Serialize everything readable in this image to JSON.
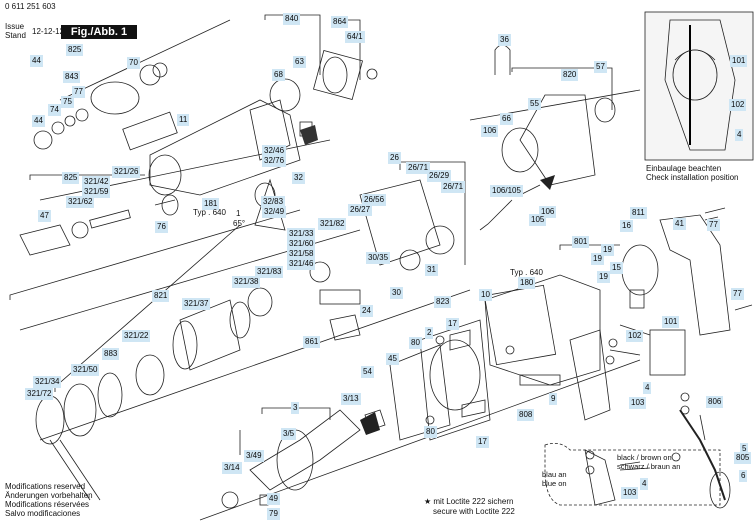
{
  "header": {
    "doc_number": "0 611 251 603",
    "issue_label": "Issue",
    "stand_label": "Stand",
    "date": "12-12-12",
    "figure": "Fig./Abb. 1"
  },
  "parts": [
    {
      "id": "44a",
      "label": "44"
    },
    {
      "id": "825a",
      "label": "825"
    },
    {
      "id": "843",
      "label": "843"
    },
    {
      "id": "70",
      "label": "70"
    },
    {
      "id": "74",
      "label": "74"
    },
    {
      "id": "75",
      "label": "75"
    },
    {
      "id": "77a",
      "label": "77"
    },
    {
      "id": "44b",
      "label": "44"
    },
    {
      "id": "840",
      "label": "840"
    },
    {
      "id": "864",
      "label": "864"
    },
    {
      "id": "64_1",
      "label": "64/1"
    },
    {
      "id": "63",
      "label": "63"
    },
    {
      "id": "68",
      "label": "68"
    },
    {
      "id": "11",
      "label": "11"
    },
    {
      "id": "36",
      "label": "36"
    },
    {
      "id": "820",
      "label": "820"
    },
    {
      "id": "57",
      "label": "57"
    },
    {
      "id": "55",
      "label": "55"
    },
    {
      "id": "66",
      "label": "66"
    },
    {
      "id": "106a",
      "label": "106"
    },
    {
      "id": "825b",
      "label": "825"
    },
    {
      "id": "321_26",
      "label": "321/26"
    },
    {
      "id": "321_42",
      "label": "321/42"
    },
    {
      "id": "321_59",
      "label": "321/59"
    },
    {
      "id": "321_62",
      "label": "321/62"
    },
    {
      "id": "47",
      "label": "47"
    },
    {
      "id": "32_46",
      "label": "32/46"
    },
    {
      "id": "32_76",
      "label": "32/76"
    },
    {
      "id": "26",
      "label": "26"
    },
    {
      "id": "26_71a",
      "label": "26/71"
    },
    {
      "id": "26_29",
      "label": "26/29"
    },
    {
      "id": "26_56",
      "label": "26/56"
    },
    {
      "id": "26_71b",
      "label": "26/71"
    },
    {
      "id": "26_27",
      "label": "26/27"
    },
    {
      "id": "106_105",
      "label": "106/105"
    },
    {
      "id": "106b",
      "label": "106"
    },
    {
      "id": "105",
      "label": "105"
    },
    {
      "id": "181",
      "label": "181"
    },
    {
      "id": "32",
      "label": "32"
    },
    {
      "id": "32_83",
      "label": "32/83"
    },
    {
      "id": "32_49",
      "label": "32/49"
    },
    {
      "id": "76",
      "label": "76"
    },
    {
      "id": "321_82",
      "label": "321/82"
    },
    {
      "id": "321_33",
      "label": "321/33"
    },
    {
      "id": "321_60",
      "label": "321/60"
    },
    {
      "id": "321_58",
      "label": "321/58"
    },
    {
      "id": "321_46",
      "label": "321/46"
    },
    {
      "id": "321_83",
      "label": "321/83"
    },
    {
      "id": "321_38",
      "label": "321/38"
    },
    {
      "id": "30_35",
      "label": "30/35"
    },
    {
      "id": "31",
      "label": "31"
    },
    {
      "id": "30",
      "label": "30"
    },
    {
      "id": "823",
      "label": "823"
    },
    {
      "id": "24",
      "label": "24"
    },
    {
      "id": "821",
      "label": "821"
    },
    {
      "id": "321_37",
      "label": "321/37"
    },
    {
      "id": "321_22",
      "label": "321/22"
    },
    {
      "id": "883",
      "label": "883"
    },
    {
      "id": "321_50",
      "label": "321/50"
    },
    {
      "id": "321_34",
      "label": "321/34"
    },
    {
      "id": "321_72",
      "label": "321/72"
    },
    {
      "id": "861",
      "label": "861"
    },
    {
      "id": "10",
      "label": "10"
    },
    {
      "id": "180",
      "label": "180"
    },
    {
      "id": "17a",
      "label": "17"
    },
    {
      "id": "2",
      "label": "2"
    },
    {
      "id": "80a",
      "label": "80"
    },
    {
      "id": "45",
      "label": "45"
    },
    {
      "id": "54",
      "label": "54"
    },
    {
      "id": "80b",
      "label": "80"
    },
    {
      "id": "17b",
      "label": "17"
    },
    {
      "id": "808",
      "label": "808"
    },
    {
      "id": "9",
      "label": "9"
    },
    {
      "id": "3",
      "label": "3"
    },
    {
      "id": "3_13",
      "label": "3/13"
    },
    {
      "id": "3_5",
      "label": "3/5"
    },
    {
      "id": "3_49",
      "label": "3/49"
    },
    {
      "id": "3_14",
      "label": "3/14"
    },
    {
      "id": "49",
      "label": "49"
    },
    {
      "id": "79",
      "label": "79"
    },
    {
      "id": "811",
      "label": "811"
    },
    {
      "id": "41",
      "label": "41"
    },
    {
      "id": "77b",
      "label": "77"
    },
    {
      "id": "16",
      "label": "16"
    },
    {
      "id": "801",
      "label": "801"
    },
    {
      "id": "19a",
      "label": "19"
    },
    {
      "id": "19b",
      "label": "19"
    },
    {
      "id": "15",
      "label": "15"
    },
    {
      "id": "19c",
      "label": "19"
    },
    {
      "id": "101a",
      "label": "101"
    },
    {
      "id": "102a",
      "label": "102"
    },
    {
      "id": "4a",
      "label": "4"
    },
    {
      "id": "77c",
      "label": "77"
    },
    {
      "id": "101b",
      "label": "101"
    },
    {
      "id": "102b",
      "label": "102"
    },
    {
      "id": "4b",
      "label": "4"
    },
    {
      "id": "103a",
      "label": "103"
    },
    {
      "id": "806",
      "label": "806"
    },
    {
      "id": "5",
      "label": "5"
    },
    {
      "id": "805",
      "label": "805"
    },
    {
      "id": "6",
      "label": "6"
    },
    {
      "id": "4c",
      "label": "4"
    },
    {
      "id": "103b",
      "label": "103"
    }
  ],
  "notes": {
    "typ_640_a": "Typ . 640",
    "typ_640_b": "Typ . 640",
    "angle": "65°",
    "angle_ref": "1",
    "installation_de": "Einbaulage beachten",
    "installation_en": "Check installation position",
    "mod_en1": "Modifications reserved",
    "mod_de": "Änderungen vorbehalten",
    "mod_fr": "Modifications réservées",
    "mod_es": "Salvo modificaciones",
    "loctite_de": "★ mit Loctite 222 sichern",
    "loctite_en": "secure with Loctite 222"
  },
  "wiring_inset": {
    "black_brown": "black / brown on",
    "schwarz_braun": "schwarz / braun an",
    "blau_an": "blau an",
    "blue_on": "blue on"
  },
  "colors": {
    "label_bg": "#cfe6f4",
    "line": "#222222",
    "badge_bg": "#111111"
  }
}
